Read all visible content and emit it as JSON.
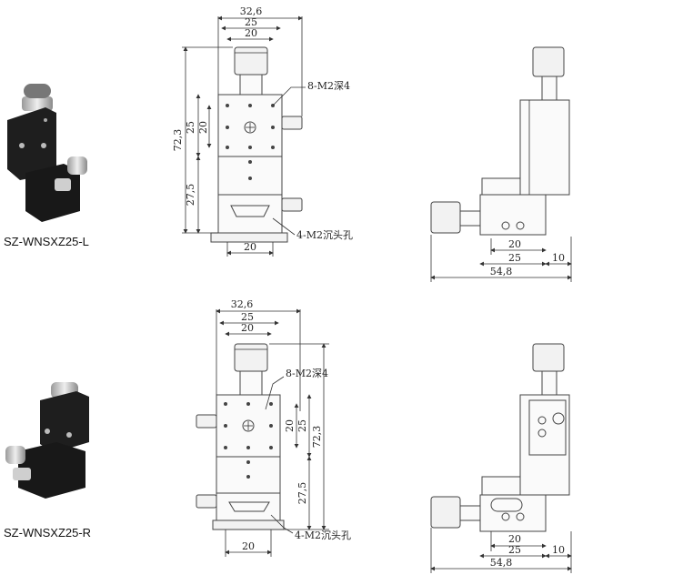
{
  "products": [
    {
      "model": "SZ-WNSXZ25-L",
      "dims": {
        "overall_width": "32,6",
        "stage_width": "25",
        "hole_spacing": "20",
        "total_height": "72,3",
        "side_25": "25",
        "side_20": "20",
        "lower_height": "27,5",
        "bottom_20": "20",
        "side_bottom_20": "20",
        "side_bottom_25": "25",
        "side_offset": "10",
        "side_total": "54,8"
      },
      "notes": {
        "tapped_holes": "8-M2深4",
        "counterbore": "4-M2沉头孔"
      }
    },
    {
      "model": "SZ-WNSXZ25-R",
      "dims": {
        "overall_width": "32,6",
        "stage_width": "25",
        "hole_spacing": "20",
        "total_height": "72,3",
        "side_25": "25",
        "side_20": "20",
        "lower_height": "27,5",
        "bottom_20": "20",
        "side_bottom_20": "20",
        "side_bottom_25": "25",
        "side_offset": "10",
        "side_total": "54,8"
      },
      "notes": {
        "tapped_holes": "8-M2深4",
        "counterbore": "4-M2沉头孔"
      }
    }
  ],
  "colors": {
    "line": "#333333",
    "body": "#fafafa",
    "photo_dark": "#1e1e1e",
    "photo_metal": "#d9d9d9"
  }
}
